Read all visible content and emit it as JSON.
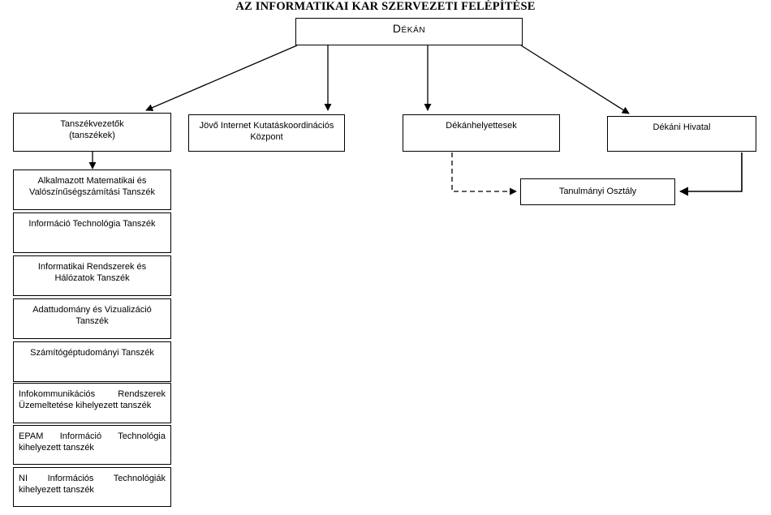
{
  "title": "AZ INFORMATIKAI KAR SZERVEZETI FELÉPÍTÉSE",
  "chart_data": {
    "type": "diagram",
    "title": "AZ INFORMATIKAI KAR SZERVEZETI FELÉPÍTÉSE",
    "diagram_kind": "organizational-chart",
    "orientation": "top-down",
    "nodes": [
      {
        "id": "dekan",
        "label": "Dékán",
        "level": 0
      },
      {
        "id": "tanszekvezetok",
        "label": "Tanszékvezetők\n(tanszékek)",
        "level": 1
      },
      {
        "id": "jovo-internet",
        "label": "Jövő Internet Kutatáskoordinációs Központ",
        "level": 1
      },
      {
        "id": "dekanhelyettesek",
        "label": "Dékánhelyettesek",
        "level": 1
      },
      {
        "id": "dekani-hivatal",
        "label": "Dékáni Hivatal",
        "level": 1
      },
      {
        "id": "tanulmanyi-osztaly",
        "label": "Tanulmányi Osztály",
        "level": 2
      },
      {
        "id": "amvt",
        "label": "Alkalmazott Matematikai és Valószínűségszámítási Tanszék",
        "level": 2
      },
      {
        "id": "itt",
        "label": "Információ Technológia Tanszék",
        "level": 2
      },
      {
        "id": "irht",
        "label": "Informatikai Rendszerek és Hálózatok Tanszék",
        "level": 2
      },
      {
        "id": "avt",
        "label": "Adattudomány és Vizualizáció Tanszék",
        "level": 2
      },
      {
        "id": "szt",
        "label": "Számítógéptudományi Tanszék",
        "level": 2
      },
      {
        "id": "iruk",
        "label": "Infokommunikációs Rendszerek Üzemeltetése kihelyezett tanszék",
        "level": 2
      },
      {
        "id": "epam",
        "label": "EPAM Információ Technológia kihelyezett tanszék",
        "level": 2
      },
      {
        "id": "ni",
        "label": "NI Információs Technológiák kihelyezett tanszék",
        "level": 2
      }
    ],
    "edges": [
      {
        "from": "dekan",
        "to": "tanszekvezetok",
        "style": "solid",
        "arrow": true
      },
      {
        "from": "dekan",
        "to": "jovo-internet",
        "style": "solid",
        "arrow": true
      },
      {
        "from": "dekan",
        "to": "dekanhelyettesek",
        "style": "solid",
        "arrow": true
      },
      {
        "from": "dekan",
        "to": "dekani-hivatal",
        "style": "solid",
        "arrow": true
      },
      {
        "from": "tanszekvezetok",
        "to": "amvt",
        "style": "solid",
        "arrow": true
      },
      {
        "from": "dekanhelyettesek",
        "to": "tanulmanyi-osztaly",
        "style": "dashed",
        "arrow": true
      },
      {
        "from": "dekani-hivatal",
        "to": "tanulmanyi-osztaly",
        "style": "solid",
        "arrow": true
      }
    ]
  },
  "boxes": {
    "dekan": {
      "label": "Dékán"
    },
    "tanszekvezetok": {
      "line1": "Tanszékvezetők",
      "line2": "(tanszékek)"
    },
    "jovo_internet": {
      "line1": "Jövő Internet Kutatáskoordinációs",
      "line2": "Központ"
    },
    "dekanhelyettesek": {
      "label": "Dékánhelyettesek"
    },
    "dekani_hivatal": {
      "label": "Dékáni Hivatal"
    },
    "tanulmanyi_osztaly": {
      "label": "Tanulmányi Osztály"
    },
    "departments": [
      {
        "line1": "Alkalmazott Matematikai és",
        "line2": "Valószínűségszámítási Tanszék",
        "align": "center"
      },
      {
        "line1": "Információ Technológia Tanszék",
        "line2": "",
        "align": "center"
      },
      {
        "line1": "Informatikai Rendszerek és",
        "line2": "Hálózatok Tanszék",
        "align": "center"
      },
      {
        "line1": "Adattudomány és Vizualizáció",
        "line2": "Tanszék",
        "align": "center"
      },
      {
        "line1": "Számítógéptudományi Tanszék",
        "line2": "",
        "align": "center"
      },
      {
        "line1": "Infokommunikációs Rendszerek",
        "line2": "Üzemeltetése kihelyezett tanszék",
        "align": "justify"
      },
      {
        "line1": "EPAM Információ Technológia",
        "line2": "kihelyezett tanszék",
        "align": "justify"
      },
      {
        "line1": "NI Információs Technológiák",
        "line2": "kihelyezett tanszék",
        "align": "justify"
      }
    ]
  },
  "colors": {
    "stroke": "#000000",
    "fill": "#ffffff",
    "text": "#000000"
  }
}
